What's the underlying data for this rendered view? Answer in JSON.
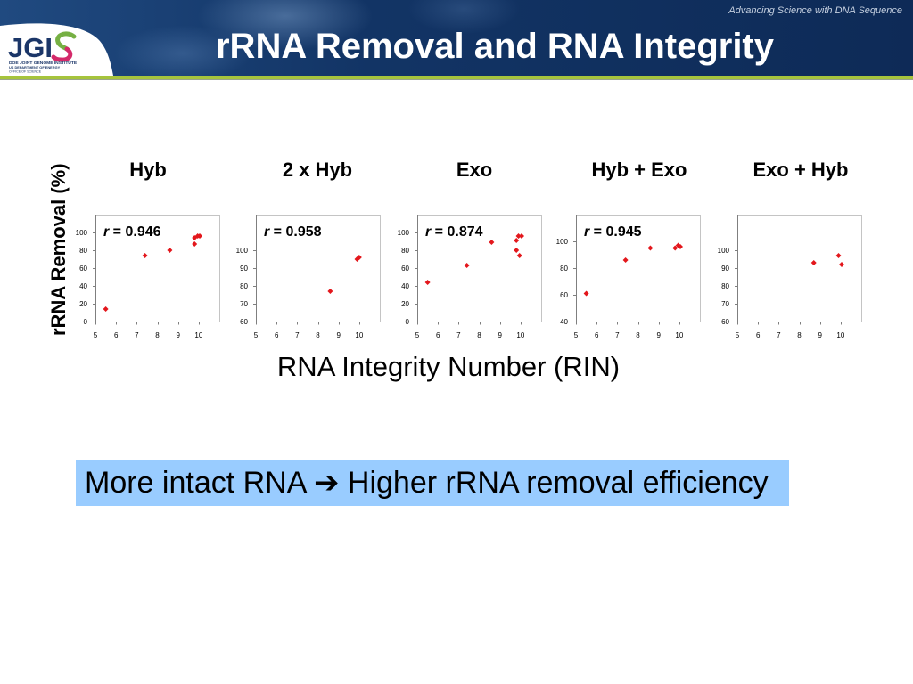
{
  "header": {
    "tagline": "Advancing Science with DNA Sequence",
    "title": "rRNA Removal and RNA Integrity",
    "logo": {
      "mark": "JGI",
      "line1": "DOE JOINT GENOME INSTITUTE",
      "line2": "US DEPARTMENT OF ENERGY",
      "line3": "OFFICE OF SCIENCE"
    }
  },
  "colors": {
    "banner": "#10305f",
    "stripe": "#a6c43c",
    "marker": "#e3171c",
    "callout_background": "#99ccff"
  },
  "figure": {
    "ylabel": "rRNA Removal (%)",
    "xlabel": "RNA Integrity Number (RIN)"
  },
  "chart_data": [
    {
      "type": "scatter",
      "title": "Hyb",
      "annotation": "r = 0.946",
      "xlim": [
        5,
        11
      ],
      "ylim": [
        0,
        120
      ],
      "xticks": [
        5,
        6,
        7,
        8,
        9,
        10
      ],
      "yticks": [
        0,
        20,
        40,
        60,
        80,
        100
      ],
      "grid": false,
      "series": [
        {
          "x": [
            5.5,
            7.4,
            8.6,
            9.8,
            9.8,
            9.95,
            10.05
          ],
          "y": [
            14,
            74,
            80,
            87,
            94,
            96,
            96
          ]
        }
      ]
    },
    {
      "type": "scatter",
      "title": "2 x Hyb",
      "annotation": "r = 0.958",
      "xlim": [
        5,
        11
      ],
      "ylim": [
        60,
        120
      ],
      "xticks": [
        5,
        6,
        7,
        8,
        9,
        10
      ],
      "yticks": [
        60,
        70,
        80,
        90,
        100
      ],
      "grid": false,
      "series": [
        {
          "x": [
            8.6,
            9.9,
            10.0
          ],
          "y": [
            77,
            95,
            96
          ]
        }
      ]
    },
    {
      "type": "scatter",
      "title": "Exo",
      "annotation": "r = 0.874",
      "xlim": [
        5,
        11
      ],
      "ylim": [
        0,
        120
      ],
      "xticks": [
        5,
        6,
        7,
        8,
        9,
        10
      ],
      "yticks": [
        0,
        20,
        40,
        60,
        80,
        100
      ],
      "grid": false,
      "series": [
        {
          "x": [
            5.5,
            7.4,
            8.6,
            9.8,
            9.9,
            10.05,
            9.8,
            9.95
          ],
          "y": [
            44,
            63,
            89,
            91,
            96,
            96,
            80,
            74
          ]
        }
      ]
    },
    {
      "type": "scatter",
      "title": "Hyb + Exo",
      "annotation": "r = 0.945",
      "xlim": [
        5,
        11
      ],
      "ylim": [
        40,
        120
      ],
      "xticks": [
        5,
        6,
        7,
        8,
        9,
        10
      ],
      "yticks": [
        40,
        60,
        80,
        100
      ],
      "grid": false,
      "series": [
        {
          "x": [
            5.5,
            7.4,
            8.6,
            9.8,
            9.95,
            10.05
          ],
          "y": [
            61,
            86,
            95,
            95,
            97,
            96
          ]
        }
      ]
    },
    {
      "type": "scatter",
      "title": "Exo + Hyb",
      "xlim": [
        5,
        11
      ],
      "ylim": [
        60,
        120
      ],
      "xticks": [
        5,
        6,
        7,
        8,
        9,
        10
      ],
      "yticks": [
        60,
        70,
        80,
        90,
        100
      ],
      "grid": false,
      "series": [
        {
          "x": [
            8.7,
            9.9,
            10.05
          ],
          "y": [
            93,
            97,
            92
          ]
        }
      ]
    }
  ],
  "callout": {
    "text": "More intact RNA ➔ Higher rRNA removal efficiency"
  }
}
